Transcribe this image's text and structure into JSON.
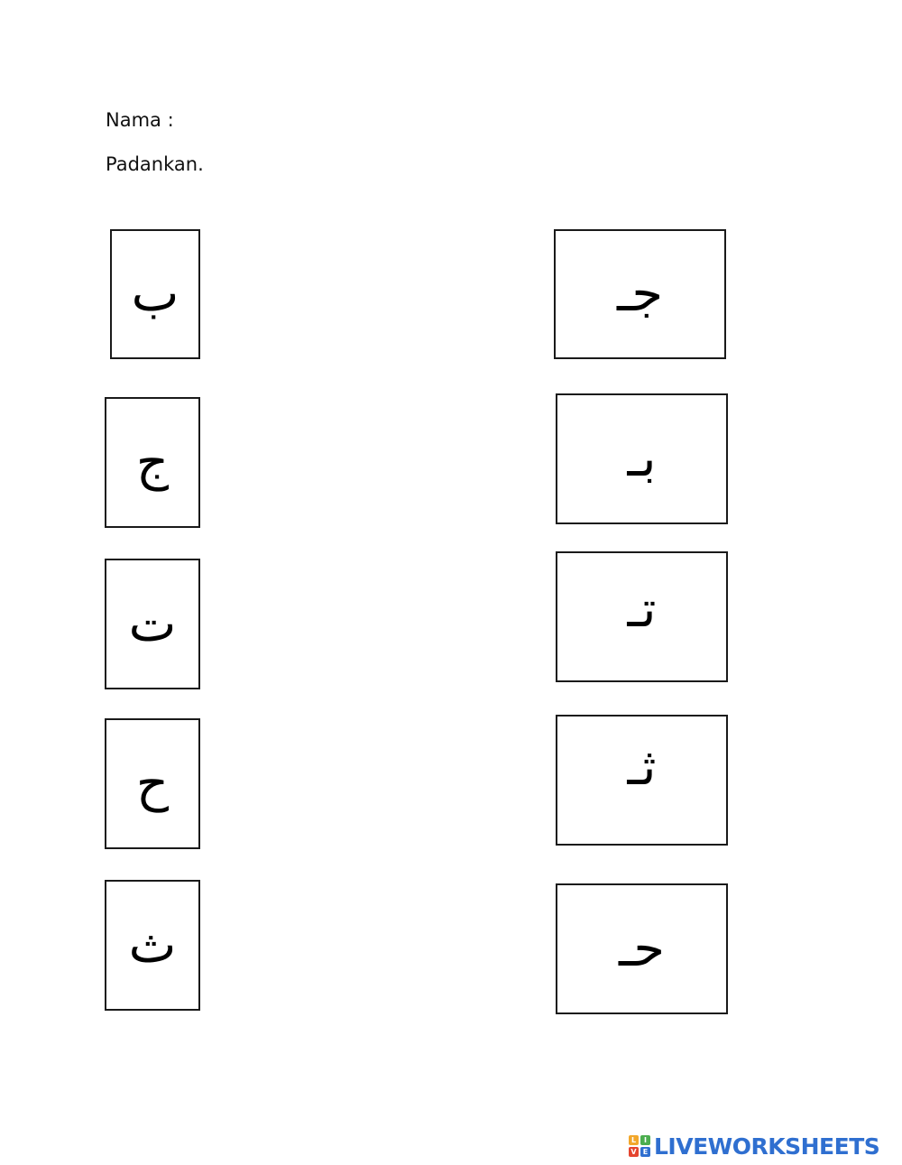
{
  "header": {
    "name_label": "Nama :",
    "instruction": "Padankan."
  },
  "left_cards": [
    {
      "letter": "ب"
    },
    {
      "letter": "ج"
    },
    {
      "letter": "ت"
    },
    {
      "letter": "ح"
    },
    {
      "letter": "ث"
    }
  ],
  "right_cards": [
    {
      "letter": "جـ"
    },
    {
      "letter": "بـ"
    },
    {
      "letter": "تـ"
    },
    {
      "letter": "ثـ"
    },
    {
      "letter": "حـ"
    }
  ],
  "brand": {
    "blocks": [
      "L",
      "I",
      "V",
      "E"
    ],
    "block_colors": [
      "#f2a72b",
      "#4cae4f",
      "#e5452f",
      "#2f6fd0"
    ],
    "text": "LIVEWORKSHEETS",
    "text_color": "#2f6fd0"
  }
}
